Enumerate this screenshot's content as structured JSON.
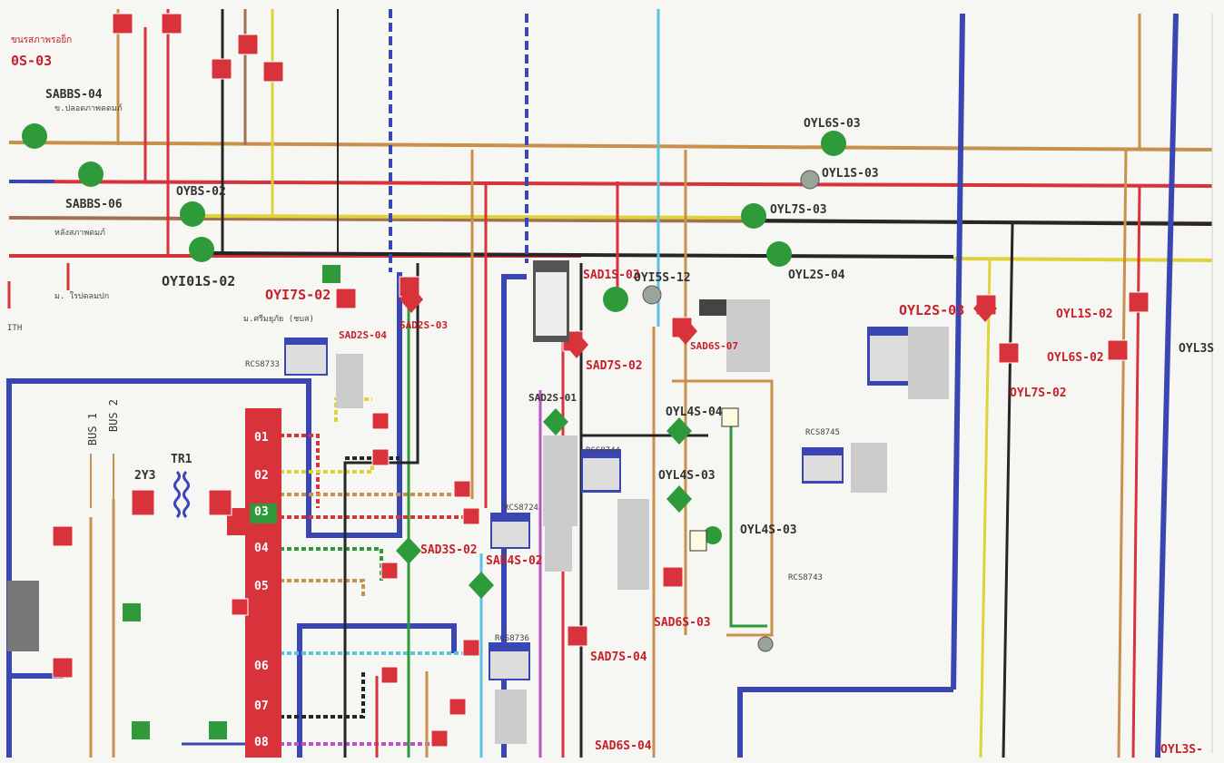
{
  "diagram": {
    "labels_header": {
      "top_small": "ขนรสภาพรอย็ก",
      "os03": "0S-03",
      "sabbs04": "SABBS-04",
      "sabbs04_sub": "ข.ปลอดภาพคดมภ์",
      "sabbs06": "SABBS-06",
      "bottom_left_sub": "หลังสภาพดมภ์",
      "oyi01s": "OYI01S-02",
      "sub_bottom": "ม. ใรปดลมปก",
      "ith": "ITH"
    },
    "labels_main": {
      "oybs02": "OYBS-02",
      "oyi7s02": "OYI7S-02",
      "oyi7s_sub": "ม.ศรีมยุภัย (ชบส)",
      "sad2s04": "SAD2S-04",
      "sad2s03": "SAD2S-03",
      "sad1s03": "SAD1S-03",
      "oyi5s12": "OYI5S-12",
      "sad6s07": "SAD6S-07",
      "sad7s02": "SAD7S-02",
      "sad2s01": "SAD2S-01",
      "sad3s02": "SAD3S-02",
      "sad4s02": "SAD4S-02",
      "sad7s04": "SAD7S-04",
      "sad6s04": "SAD6S-04",
      "sad6s03": "SAD6S-03",
      "oyl4s04": "OYL4S-04",
      "oyl4s03": "OYL4S-03",
      "oyl4s03b": "OYL4S-03",
      "oyl6s03": "OYL6S-03",
      "oyl1s03": "OYL1S-03",
      "oyl7s03": "OYL7S-03",
      "oyl2s04": "OYL2S-04",
      "oyl2s03": "OYL2S-03",
      "oyl1s02": "OYL1S-02",
      "oyl6s02": "OYL6S-02",
      "oyl7s02": "OYL7S-02",
      "oyl3s": "OYL3S",
      "oyl3s_b": "OYL3S-",
      "tr1": "TR1",
      "2y3": "2Y3",
      "bus1": "BUS 1",
      "bus2": "BUS 2",
      "rcs8733": "RCS8733",
      "rcs8743": "RCS8743",
      "rcs8745": "RCS8745",
      "rcs8744": "RCS8744",
      "rcs8724": "RCS8724",
      "rcs8736": "RCS8736"
    },
    "feeders": [
      "01",
      "02",
      "03",
      "04",
      "05",
      "06",
      "07",
      "08"
    ],
    "colors": {
      "red": "#d8323a",
      "green": "#2f9a3a",
      "blue": "#3b46b5",
      "orange": "#c8904a",
      "yellow": "#e0d23a",
      "black": "#262626",
      "brown": "#a07050",
      "cyan": "#5cc0e0",
      "magenta": "#c050c8"
    }
  }
}
